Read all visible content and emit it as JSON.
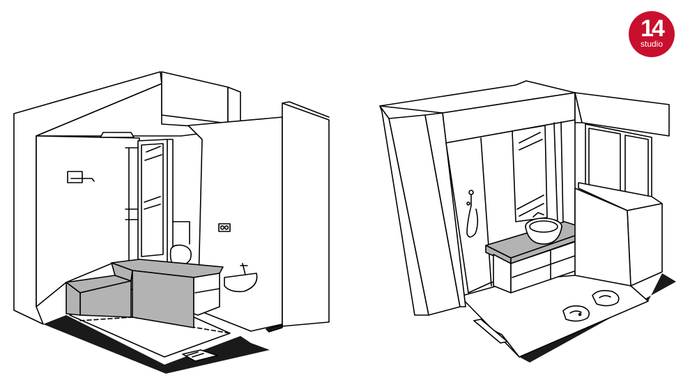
{
  "logo": {
    "number": "14",
    "word": "studio",
    "color": "#c8102e"
  },
  "colors": {
    "line": "#000000",
    "wall": "#ffffff",
    "countertop": "#b3b3b3",
    "floor_edge": "#1a1a1a"
  },
  "views": [
    {
      "name": "left-isometric-bathroom-view"
    },
    {
      "name": "right-isometric-bathroom-view"
    }
  ]
}
